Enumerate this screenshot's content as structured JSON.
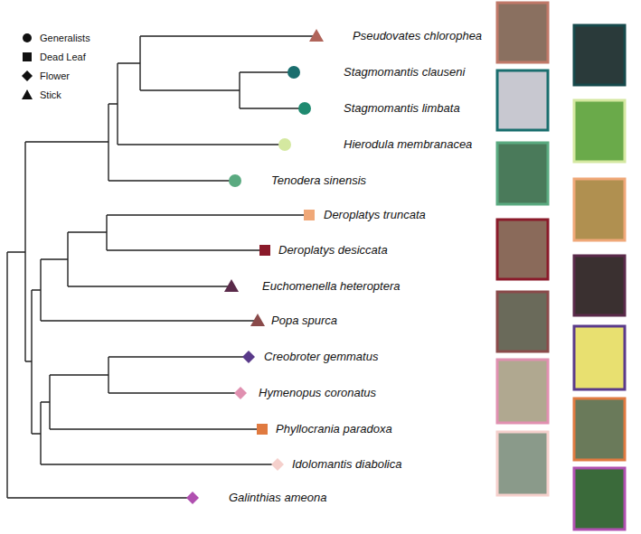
{
  "diagram": {
    "labels": [
      "Pseudovates chlorophea",
      "Stagmomantis clauseni",
      "Stagmomantis limbata",
      "Hierodula membranacea",
      "Tenodera sinensis",
      "Deroplatys truncata",
      "Deroplatys desiccata",
      "Euchomenella heteroptera",
      "Popa spurca",
      "Creobroter gemmatus",
      "Hymenopus coronatus",
      "Phyllocrania paradoxa",
      "Idolomantis diabolica",
      "Galinthias ameona"
    ],
    "legend": [
      {
        "text": "Generalists"
      },
      {
        "text": "Dead Leaf"
      },
      {
        "text": "Flower"
      },
      {
        "text": "Stick"
      }
    ]
  }
}
